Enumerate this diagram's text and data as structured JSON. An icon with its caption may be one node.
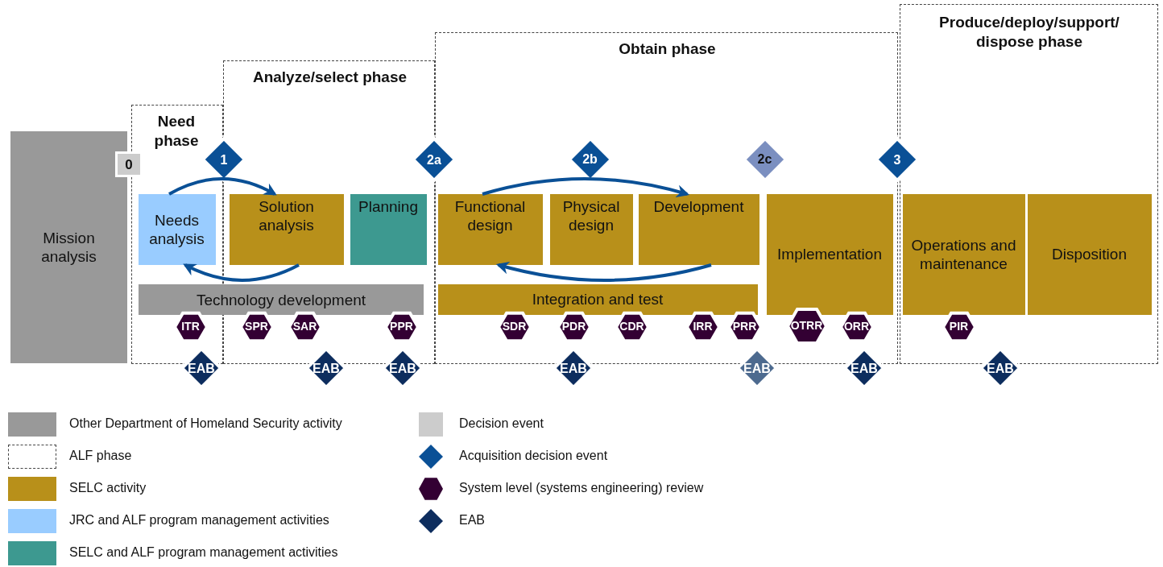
{
  "diagram": {
    "nodes": [
      {
        "text": [
          "Need phase"
        ]
      },
      {
        "text": [
          "Analyze/select phase"
        ]
      },
      {
        "text": [
          "Obtain phase"
        ]
      },
      {
        "text": [
          "Produce/deploy/support/ dispose phase"
        ]
      },
      {
        "text": [
          "Mission analysis"
        ]
      },
      {
        "text": [
          "0"
        ]
      },
      {
        "text": [
          "1"
        ]
      },
      {
        "text": [
          "2a"
        ]
      },
      {
        "text": [
          "2b"
        ],
        "in": 2
      },
      {
        "text": [
          "2c"
        ],
        "in": 2
      },
      {
        "text": [
          "3"
        ]
      },
      {
        "text": [
          "Needs analysis"
        ],
        "in": 0
      },
      {
        "text": [
          "Solution analysis"
        ],
        "in": 1
      },
      {
        "text": [
          "Planning"
        ],
        "in": 1
      },
      {
        "text": [
          "Functional design"
        ],
        "in": 2
      },
      {
        "text": [
          "Physical design"
        ],
        "in": 2
      },
      {
        "text": [
          "Development"
        ],
        "in": 2
      },
      {
        "text": [
          "Implementation"
        ],
        "in": 2
      },
      {
        "text": [
          "Operations and maintenance"
        ],
        "in": 3
      },
      {
        "text": [
          "Disposition"
        ],
        "in": 3
      },
      {
        "text": [
          "Technology development"
        ]
      },
      {
        "text": [
          "Integration and test"
        ],
        "in": 2
      },
      {
        "text": [
          "ITR"
        ],
        "in": 0
      },
      {
        "text": [
          "SPR"
        ],
        "in": 1
      },
      {
        "text": [
          "SAR"
        ],
        "in": 1
      },
      {
        "text": [
          "PPR"
        ],
        "in": 1
      },
      {
        "text": [
          "SDR"
        ],
        "in": 2
      },
      {
        "text": [
          "PDR"
        ],
        "in": 2
      },
      {
        "text": [
          "CDR"
        ],
        "in": 2
      },
      {
        "text": [
          "IRR"
        ],
        "in": 2
      },
      {
        "text": [
          "PRR"
        ],
        "in": 2
      },
      {
        "text": [
          "OTRR"
        ],
        "in": 2
      },
      {
        "text": [
          "ORR"
        ],
        "in": 2
      },
      {
        "text": [
          "PIR"
        ],
        "in": 3
      },
      {
        "text": [
          "EAB"
        ]
      },
      {
        "text": [
          "EAB"
        ]
      },
      {
        "text": [
          "EAB"
        ]
      },
      {
        "text": [
          "EAB"
        ]
      },
      {
        "text": [
          "EAB"
        ]
      },
      {
        "text": [
          "EAB"
        ]
      },
      {
        "text": [
          "EAB"
        ]
      }
    ],
    "edges": [
      {
        "from": 11,
        "to": 12,
        "arrow": "to"
      },
      {
        "from": 12,
        "to": 11,
        "arrow": "to"
      },
      {
        "from": 14,
        "to": 16,
        "arrow": "to"
      },
      {
        "from": 16,
        "to": 14,
        "arrow": "to"
      }
    ],
    "legend": [
      {
        "text": "Other Department of Homeland Security activity",
        "color": "#999999"
      },
      {
        "text": "ALF phase"
      },
      {
        "text": "SELC activity",
        "color": "#b8901a"
      },
      {
        "text": "JRC and ALF program management activities",
        "color": "#99ccff"
      },
      {
        "text": "SELC and ALF program management activities",
        "color": "#3d9990"
      },
      {
        "text": "Decision event",
        "color": "#cccccc"
      },
      {
        "text": "Acquisition decision event"
      },
      {
        "text": "System level (systems engineering) review"
      },
      {
        "text": "EAB"
      }
    ]
  }
}
